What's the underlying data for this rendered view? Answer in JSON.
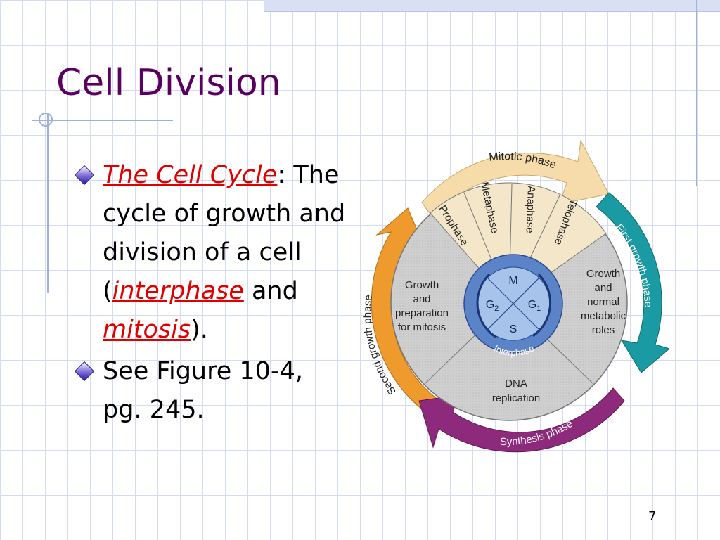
{
  "slide": {
    "title": "Cell Division",
    "page_number": "7"
  },
  "bullets": [
    {
      "term": "The Cell Cycle",
      "after_term": ":",
      "text_1": "The cycle of growth and division of a cell (",
      "term2": "interphase",
      "text_2": " and ",
      "term3": "mitosis",
      "text_3": ")."
    },
    {
      "text": "See Figure 10-4, pg. 245."
    }
  ],
  "diagram": {
    "outer_labels": {
      "mitotic": "Mitotic phase",
      "first_growth": "First growth phase",
      "synthesis": "Synthesis phase",
      "second_growth": "Second growth phase"
    },
    "mitosis_stages": [
      "Prophase",
      "Metaphase",
      "Anaphase",
      "Telophase"
    ],
    "sector_texts": {
      "g1": [
        "Growth",
        "and",
        "normal",
        "metabolic",
        "roles"
      ],
      "s": [
        "DNA",
        "replication"
      ],
      "g2": [
        "Growth",
        "and",
        "preparation",
        "for mitosis"
      ]
    },
    "center": {
      "m": "M",
      "g1": "G",
      "g1_sub": "1",
      "g2": "G",
      "g2_sub": "2",
      "s": "S",
      "interphase": "Interphase"
    },
    "colors": {
      "mitotic_arrow": "#f5dcaa",
      "first_growth_arrow": "#1a9aa2",
      "synthesis_arrow": "#8e2a7c",
      "second_growth_arrow": "#ee9a2c",
      "sector_gray": "#cfcfcf",
      "mitosis_sector": "#f3e6c9",
      "center_blue": "#5b84c8",
      "center_light": "#a6c4ea"
    }
  }
}
